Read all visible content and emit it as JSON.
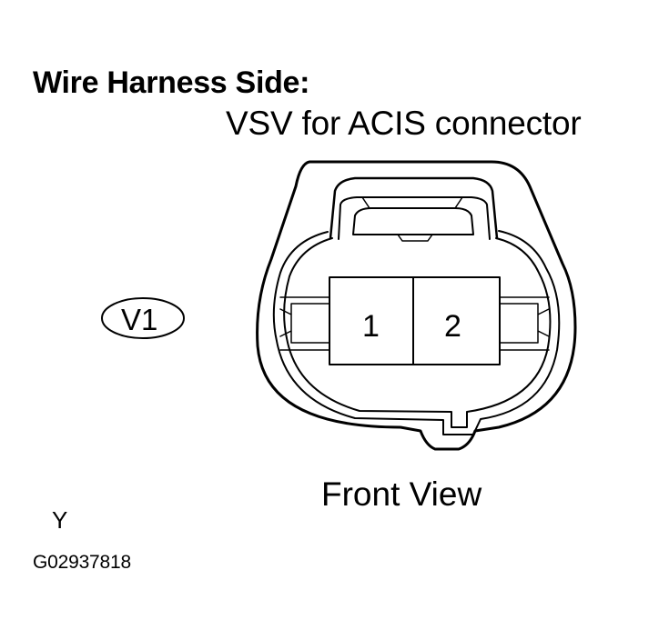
{
  "header": {
    "title": "Wire Harness Side:",
    "subtitle": "VSV for ACIS connector"
  },
  "connector": {
    "callout_label": "V1",
    "pins": [
      {
        "number": "1"
      },
      {
        "number": "2"
      }
    ],
    "view_label": "Front View"
  },
  "footer": {
    "color_code": "Y",
    "figure_id": "G02937818"
  }
}
